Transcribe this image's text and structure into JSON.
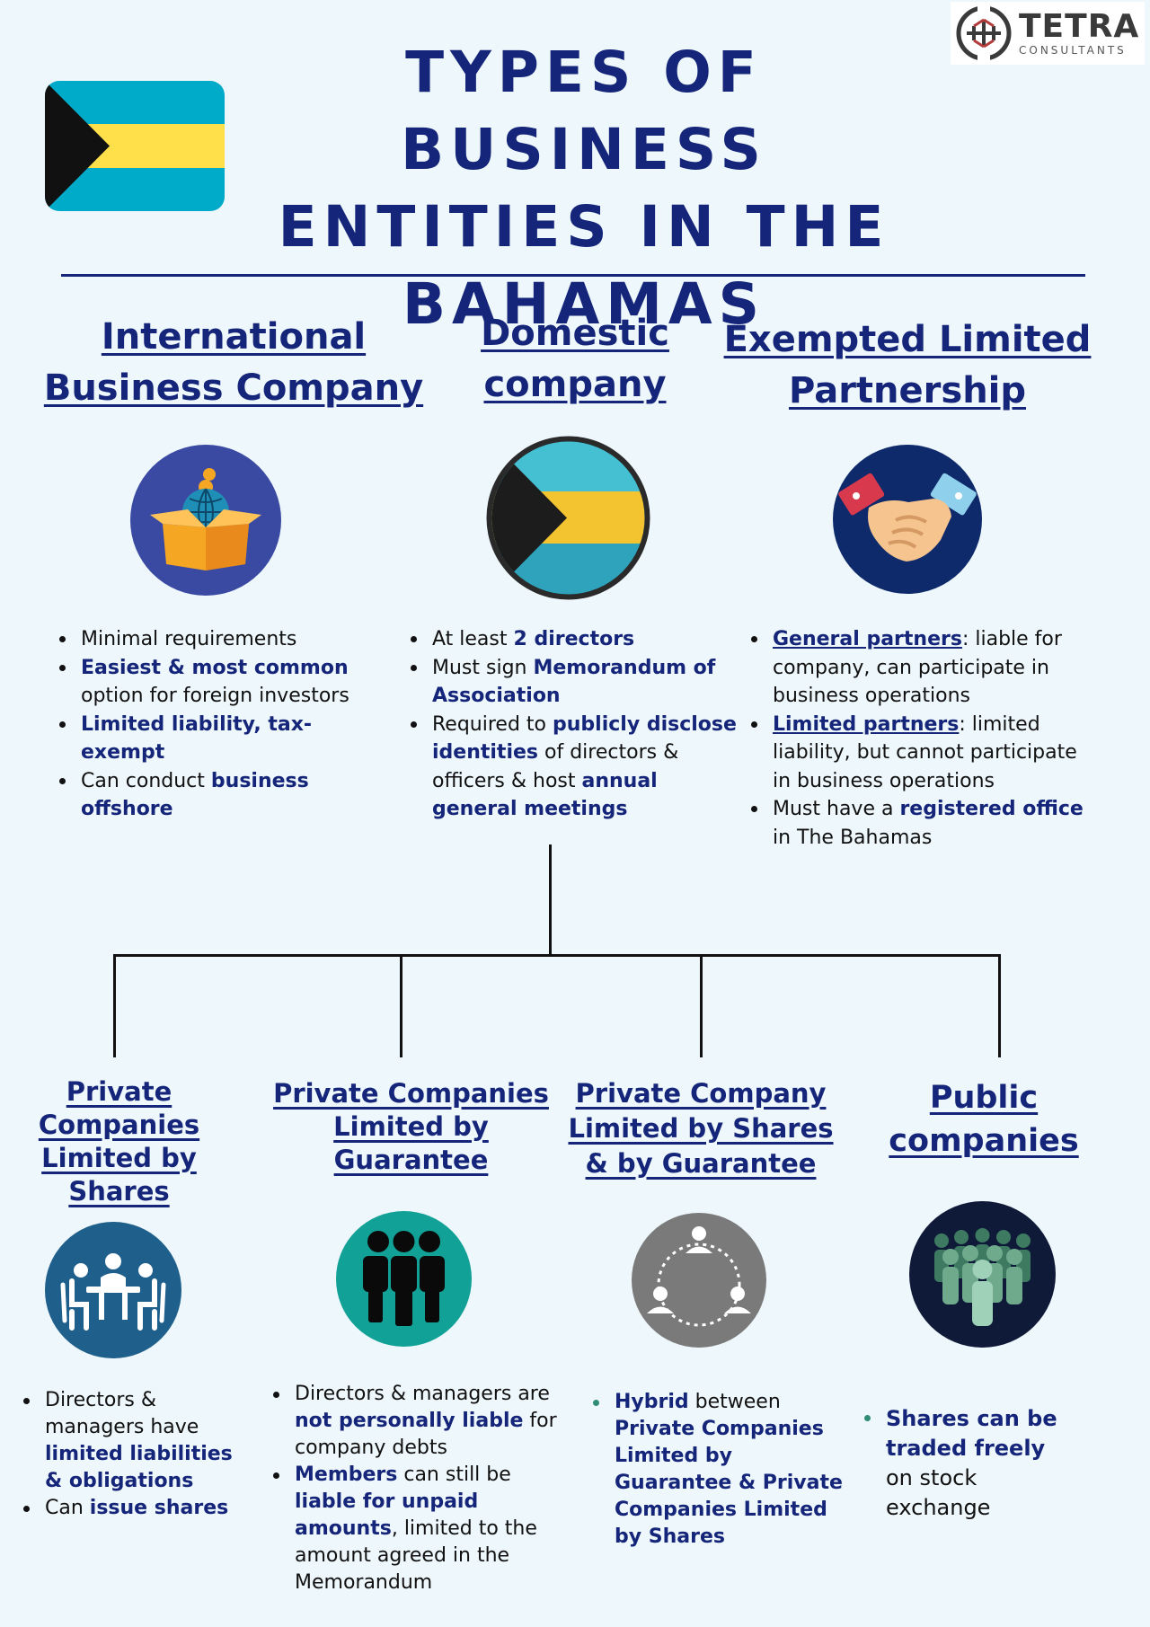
{
  "brand": {
    "name": "TETRA",
    "tagline": "CONSULTANTS"
  },
  "title": {
    "line1": "TYPES OF BUSINESS",
    "line2": "ENTITIES IN THE",
    "line3": "BAHAMAS"
  },
  "colors": {
    "navy": "#14257a",
    "flag_aqua": "#00abc9",
    "flag_gold": "#ffe04a",
    "flag_black": "#111111"
  },
  "top": [
    {
      "heading": [
        "International",
        "Business Company"
      ],
      "icon": "globe-in-box-icon",
      "bullets": [
        [
          {
            "t": "Minimal requirements"
          }
        ],
        [
          {
            "t": "Easiest & most common",
            "s": "em"
          },
          {
            "t": " option for foreign investors"
          }
        ],
        [
          {
            "t": "Limited liability, tax-exempt",
            "s": "em"
          }
        ],
        [
          {
            "t": "Can conduct "
          },
          {
            "t": "business offshore",
            "s": "em"
          }
        ]
      ]
    },
    {
      "heading": [
        "Domestic",
        "company"
      ],
      "icon": "bahamas-flag-badge-icon",
      "bullets": [
        [
          {
            "t": "At least "
          },
          {
            "t": "2 directors",
            "s": "em"
          }
        ],
        [
          {
            "t": "Must sign "
          },
          {
            "t": "Memorandum of Association",
            "s": "em"
          }
        ],
        [
          {
            "t": "Required to "
          },
          {
            "t": "publicly disclose identities",
            "s": "em"
          },
          {
            "t": " of directors & officers & host "
          },
          {
            "t": "annual general meetings",
            "s": "em"
          }
        ]
      ]
    },
    {
      "heading": [
        "Exempted Limited",
        "Partnership"
      ],
      "icon": "handshake-icon",
      "bullets": [
        [
          {
            "t": "General partners",
            "s": "uem"
          },
          {
            "t": ": liable for company, can participate in business operations"
          }
        ],
        [
          {
            "t": "Limited partners",
            "s": "uem"
          },
          {
            "t": ": limited liability, but cannot participate in business operations"
          }
        ],
        [
          {
            "t": "Must have a "
          },
          {
            "t": "registered office",
            "s": "em"
          },
          {
            "t": " in The Bahamas"
          }
        ]
      ]
    }
  ],
  "bottom": [
    {
      "heading": [
        "Private",
        "Companies",
        "Limited by",
        "Shares"
      ],
      "icon": "meeting-table-icon",
      "bullets": [
        [
          {
            "t": "Directors & managers have "
          },
          {
            "t": "limited liabilities & obligations",
            "s": "em"
          }
        ],
        [
          {
            "t": "Can "
          },
          {
            "t": "issue shares",
            "s": "em"
          }
        ]
      ]
    },
    {
      "heading": [
        "Private Companies",
        "Limited by",
        "Guarantee"
      ],
      "icon": "group-of-people-icon",
      "bullets": [
        [
          {
            "t": "Directors & managers are "
          },
          {
            "t": "not personally liable",
            "s": "em"
          },
          {
            "t": " for company debts"
          }
        ],
        [
          {
            "t": "Members",
            "s": "em"
          },
          {
            "t": " can still be "
          },
          {
            "t": "liable for unpaid amounts",
            "s": "em"
          },
          {
            "t": ", limited to the amount agreed in the Memorandum"
          }
        ]
      ]
    },
    {
      "heading": [
        "Private Company",
        "Limited by Shares",
        "& by Guarantee"
      ],
      "icon": "network-people-icon",
      "bullets": [
        [
          {
            "t": "Hybrid",
            "s": "em"
          },
          {
            "t": " between "
          },
          {
            "t": "Private Companies Limited by Guarantee & Private Companies Limited by Shares",
            "s": "em"
          }
        ]
      ]
    },
    {
      "heading": [
        "Public",
        "companies"
      ],
      "icon": "crowd-icon",
      "bullets": [
        [
          {
            "t": "Shares can be traded freely",
            "s": "em"
          },
          {
            "t": " on stock exchange"
          }
        ]
      ]
    }
  ]
}
